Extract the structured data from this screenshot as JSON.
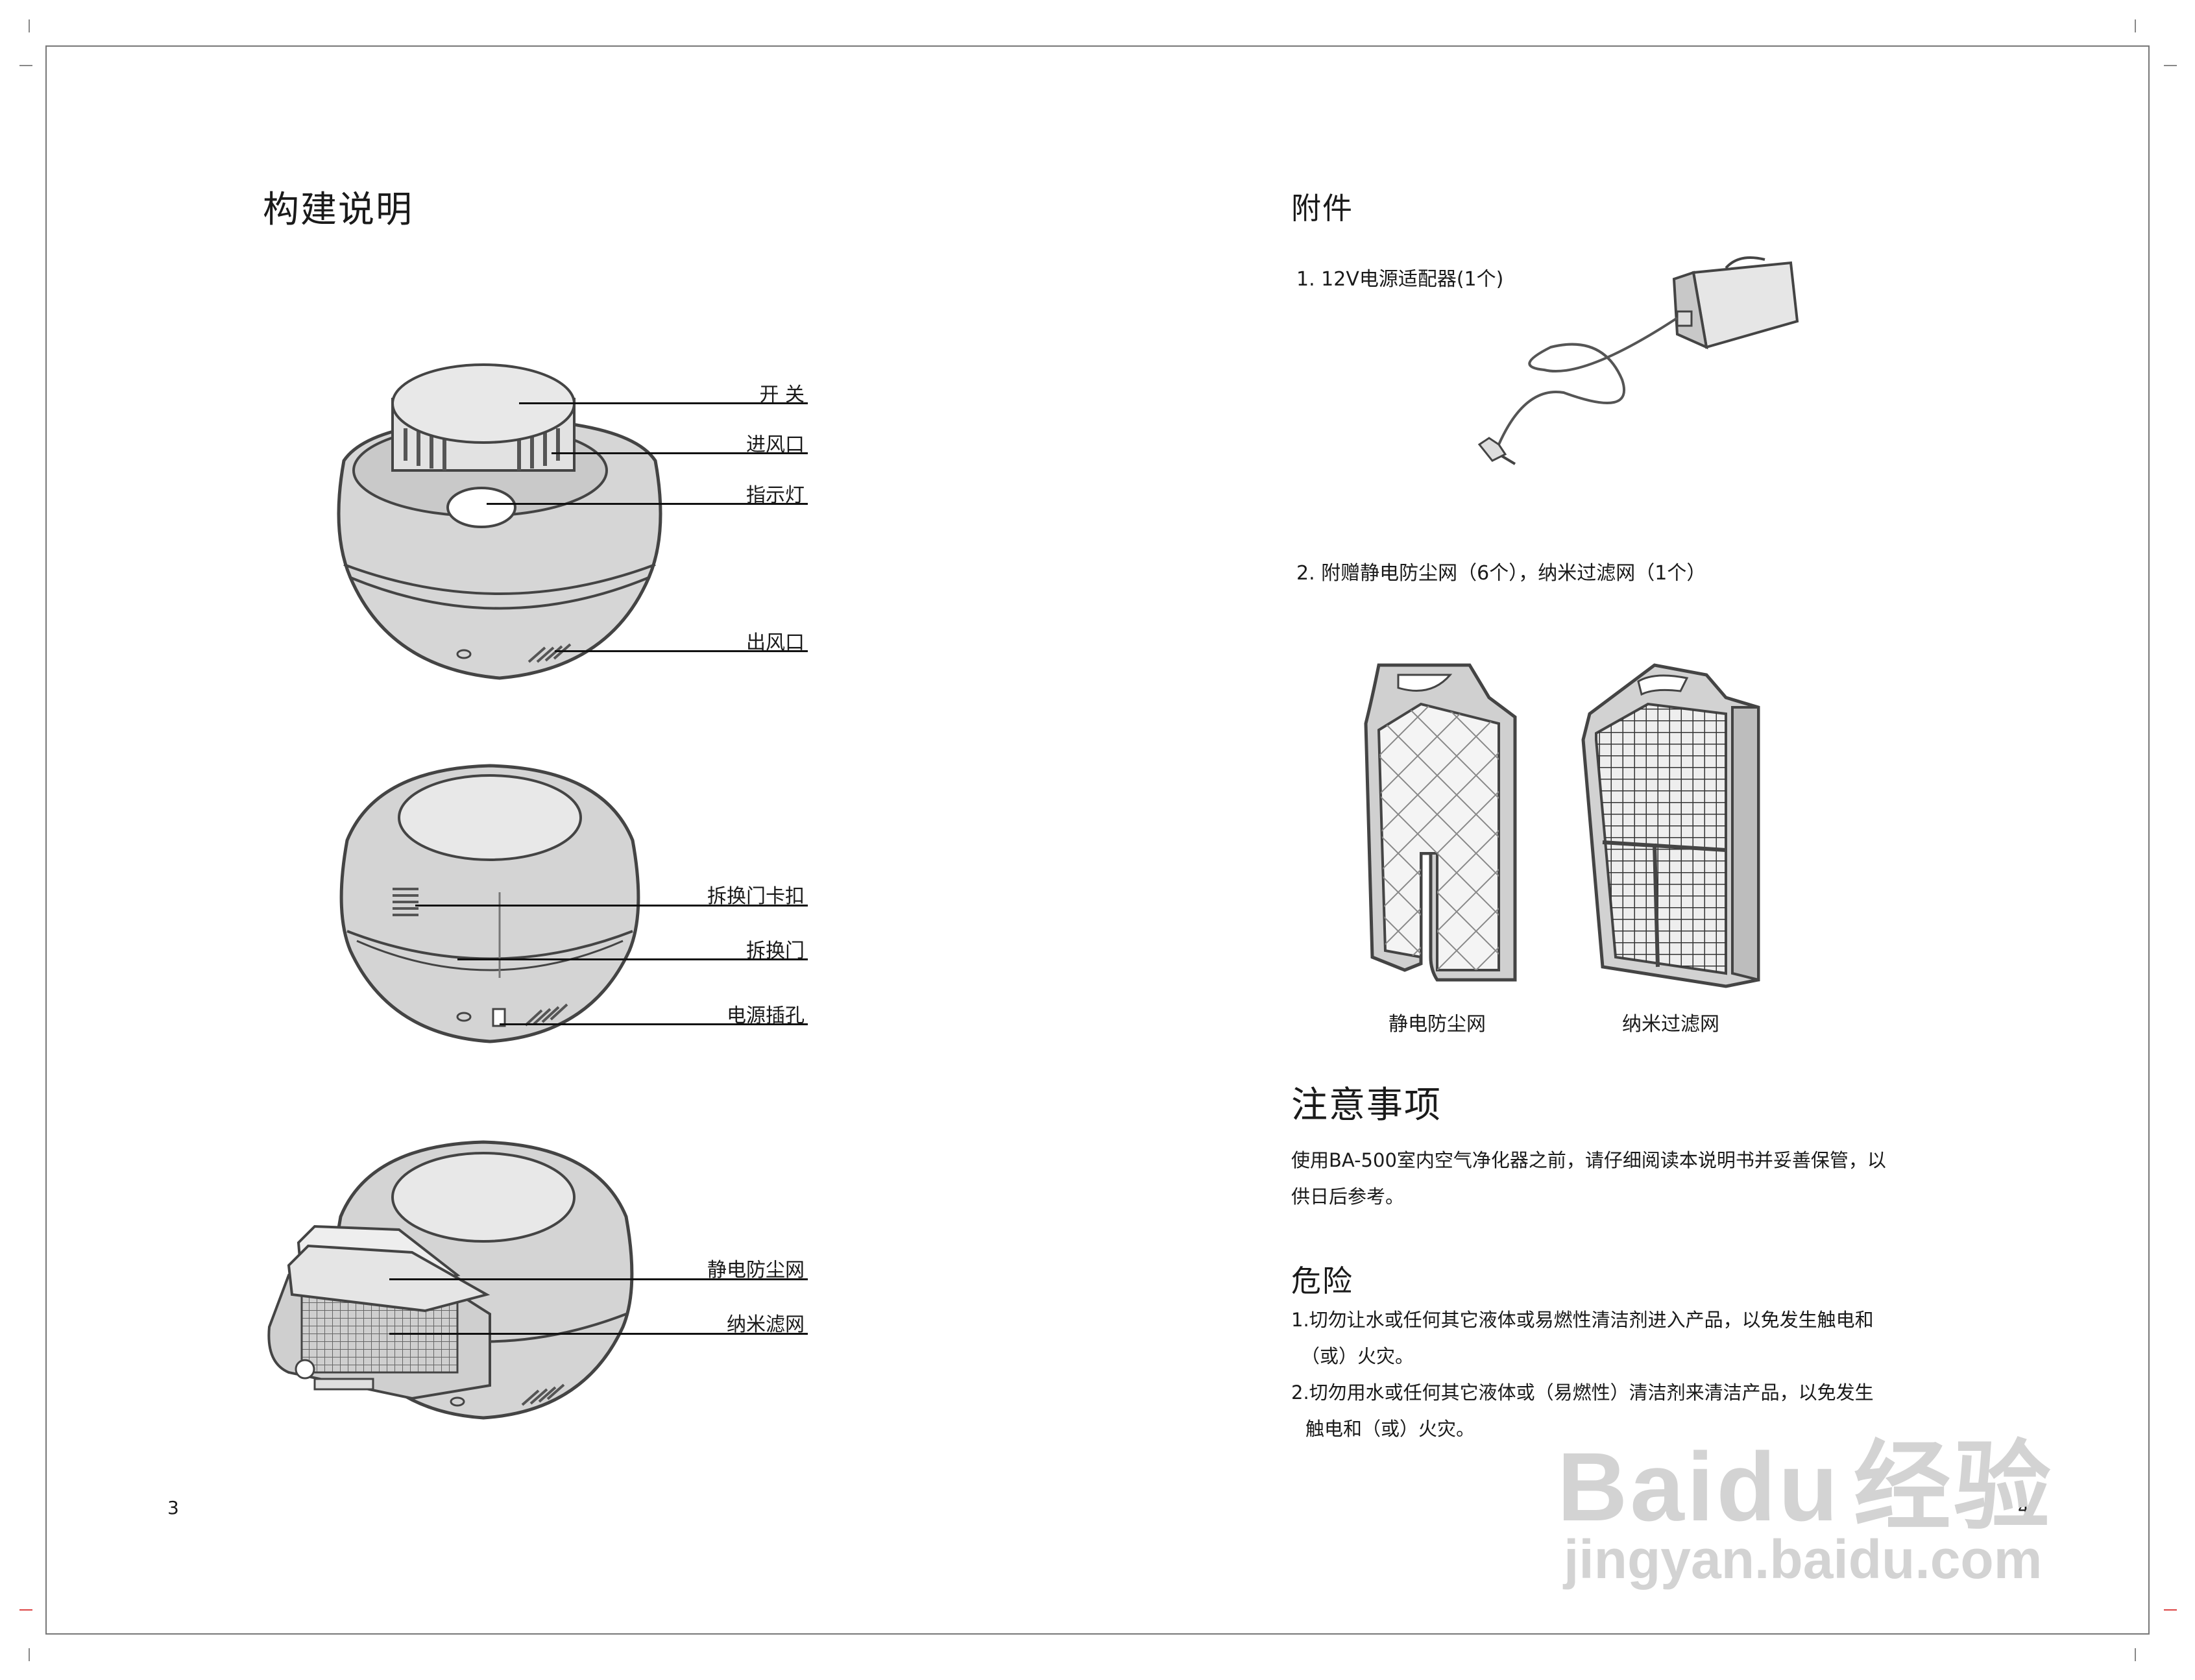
{
  "left_page": {
    "title": "构建说明",
    "figure1_labels": [
      "开 关",
      "进风口",
      "指示灯",
      "出风口"
    ],
    "figure2_labels": [
      "拆换门卡扣",
      "拆换门",
      "电源插孔"
    ],
    "figure3_labels": [
      "静电防尘网",
      "纳米滤网"
    ],
    "page_number": "3"
  },
  "right_page": {
    "accessories": {
      "title": "附件",
      "item1": "1. 12V电源适配器(1个)",
      "item2": "2. 附赠静电防尘网（6个），纳米过滤网（1个）",
      "filter_caption_left": "静电防尘网",
      "filter_caption_right": "纳米过滤网"
    },
    "notes": {
      "title": "注意事项",
      "line1": "使用BA-500室内空气净化器之前，请仔细阅读本说明书并妥善保管，以",
      "line2": "供日后参考。"
    },
    "danger": {
      "title": "危险",
      "item1_line1": "1.切勿让水或任何其它液体或易燃性清洁剂进入产品，以免发生触电和",
      "item1_line2": "（或）火灾。",
      "item2_line1": "2.切勿用水或任何其它液体或（易燃性）清洁剂来清洁产品，以免发生",
      "item2_line2": "触电和（或）火灾。"
    },
    "page_number": "4"
  },
  "watermark": {
    "brand": "Baidu",
    "brand_cn": "经验",
    "url": "jingyan.baidu.com"
  }
}
